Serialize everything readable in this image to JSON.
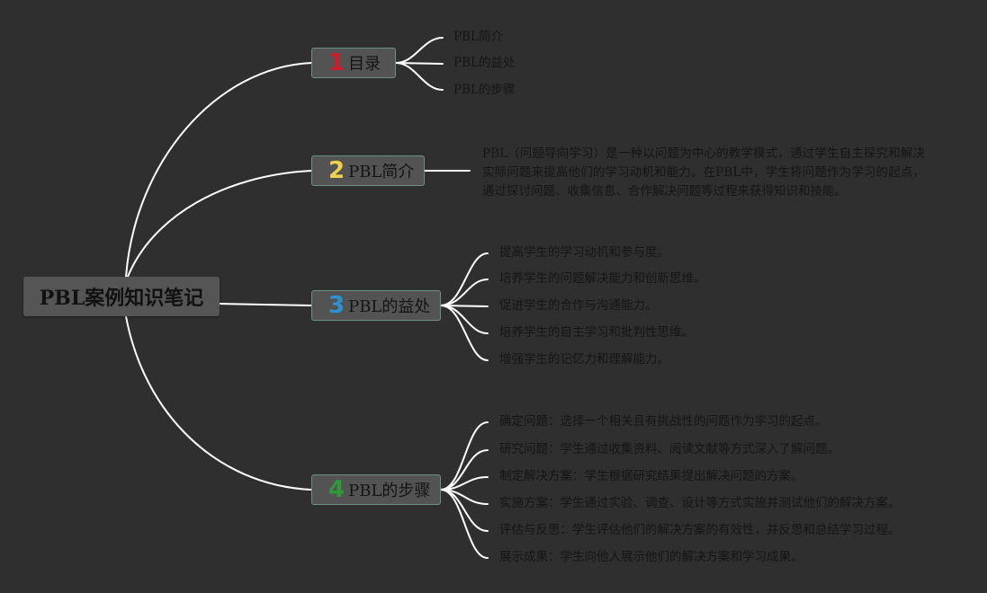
{
  "root": {
    "title": "PBL案例知识笔记"
  },
  "topics": [
    {
      "num": "1",
      "label": "目录",
      "num_color": "#d11a2a",
      "children": [
        "PBL简介",
        "PBL的益处",
        "PBL的步骤"
      ]
    },
    {
      "num": "2",
      "label": "PBL简介",
      "num_color": "#f2d04d",
      "description": "PBL（问题导向学习）是一种以问题为中心的教学模式，通过学生自主探究和解决实际问题来提高他们的学习动机和能力。在PBL中，学生将问题作为学习的起点，通过探讨问题、收集信息、合作解决问题等过程来获得知识和技能。"
    },
    {
      "num": "3",
      "label": "PBL的益处",
      "num_color": "#2a93d5",
      "children": [
        "提高学生的学习动机和参与度。",
        "培养学生的问题解决能力和创新思维。",
        "促进学生的合作与沟通能力。",
        "培养学生的自主学习和批判性思维。",
        "增强学生的记忆力和理解能力。"
      ]
    },
    {
      "num": "4",
      "label": "PBL的步骤",
      "num_color": "#2e9a3a",
      "children": [
        "确定问题：选择一个相关且有挑战性的问题作为学习的起点。",
        "研究问题：学生通过收集资料、阅读文献等方式深入了解问题。",
        "制定解决方案：学生根据研究结果提出解决问题的方案。",
        "实施方案：学生通过实验、调查、设计等方式实施并测试他们的解决方案。",
        "评估与反思：学生评估他们的解决方案的有效性，并反思和总结学习过程。",
        "展示成果：学生向他人展示他们的解决方案和学习成果。"
      ]
    }
  ],
  "colors": {
    "background": "#2f2f2f",
    "line": "#ffffff",
    "node_fill": "#535353",
    "node_border": "#6f8f85",
    "text": "#151515"
  }
}
